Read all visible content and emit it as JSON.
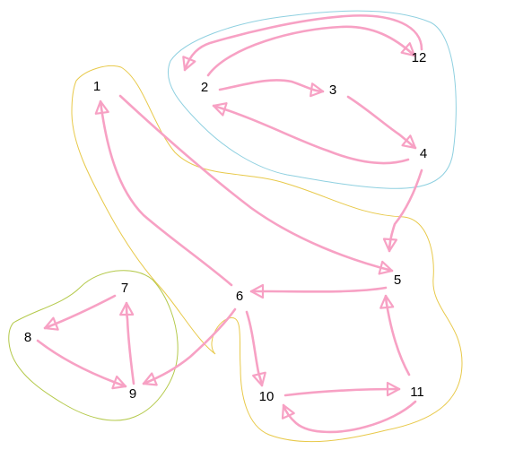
{
  "colors": {
    "arrow": "#f7a1c4",
    "region_blue": "#8fd0e0",
    "region_yellow": "#e8c94a",
    "region_green": "#b4c94a",
    "label": "#000000",
    "background": "#ffffff"
  },
  "nodes": [
    {
      "id": "1",
      "label": "1"
    },
    {
      "id": "2",
      "label": "2"
    },
    {
      "id": "3",
      "label": "3"
    },
    {
      "id": "4",
      "label": "4"
    },
    {
      "id": "5",
      "label": "5"
    },
    {
      "id": "6",
      "label": "6"
    },
    {
      "id": "7",
      "label": "7"
    },
    {
      "id": "8",
      "label": "8"
    },
    {
      "id": "9",
      "label": "9"
    },
    {
      "id": "10",
      "label": "10"
    },
    {
      "id": "11",
      "label": "11"
    },
    {
      "id": "12",
      "label": "12"
    }
  ],
  "edges": [
    {
      "from": "2",
      "to": "12"
    },
    {
      "from": "12",
      "to": "2"
    },
    {
      "from": "2",
      "to": "3"
    },
    {
      "from": "3",
      "to": "4"
    },
    {
      "from": "4",
      "to": "2"
    },
    {
      "from": "4",
      "to": "5"
    },
    {
      "from": "1",
      "to": "5"
    },
    {
      "from": "6",
      "to": "1"
    },
    {
      "from": "5",
      "to": "6"
    },
    {
      "from": "6",
      "to": "9"
    },
    {
      "from": "6",
      "to": "10"
    },
    {
      "from": "10",
      "to": "11"
    },
    {
      "from": "11",
      "to": "10"
    },
    {
      "from": "11",
      "to": "5"
    },
    {
      "from": "7",
      "to": "8"
    },
    {
      "from": "8",
      "to": "9"
    },
    {
      "from": "9",
      "to": "7"
    }
  ],
  "regions": [
    {
      "id": "blue",
      "members": [
        "2",
        "3",
        "4",
        "12"
      ]
    },
    {
      "id": "yellow",
      "members": [
        "1",
        "4",
        "5",
        "6",
        "10",
        "11"
      ]
    },
    {
      "id": "green",
      "members": [
        "7",
        "8",
        "9"
      ]
    }
  ]
}
